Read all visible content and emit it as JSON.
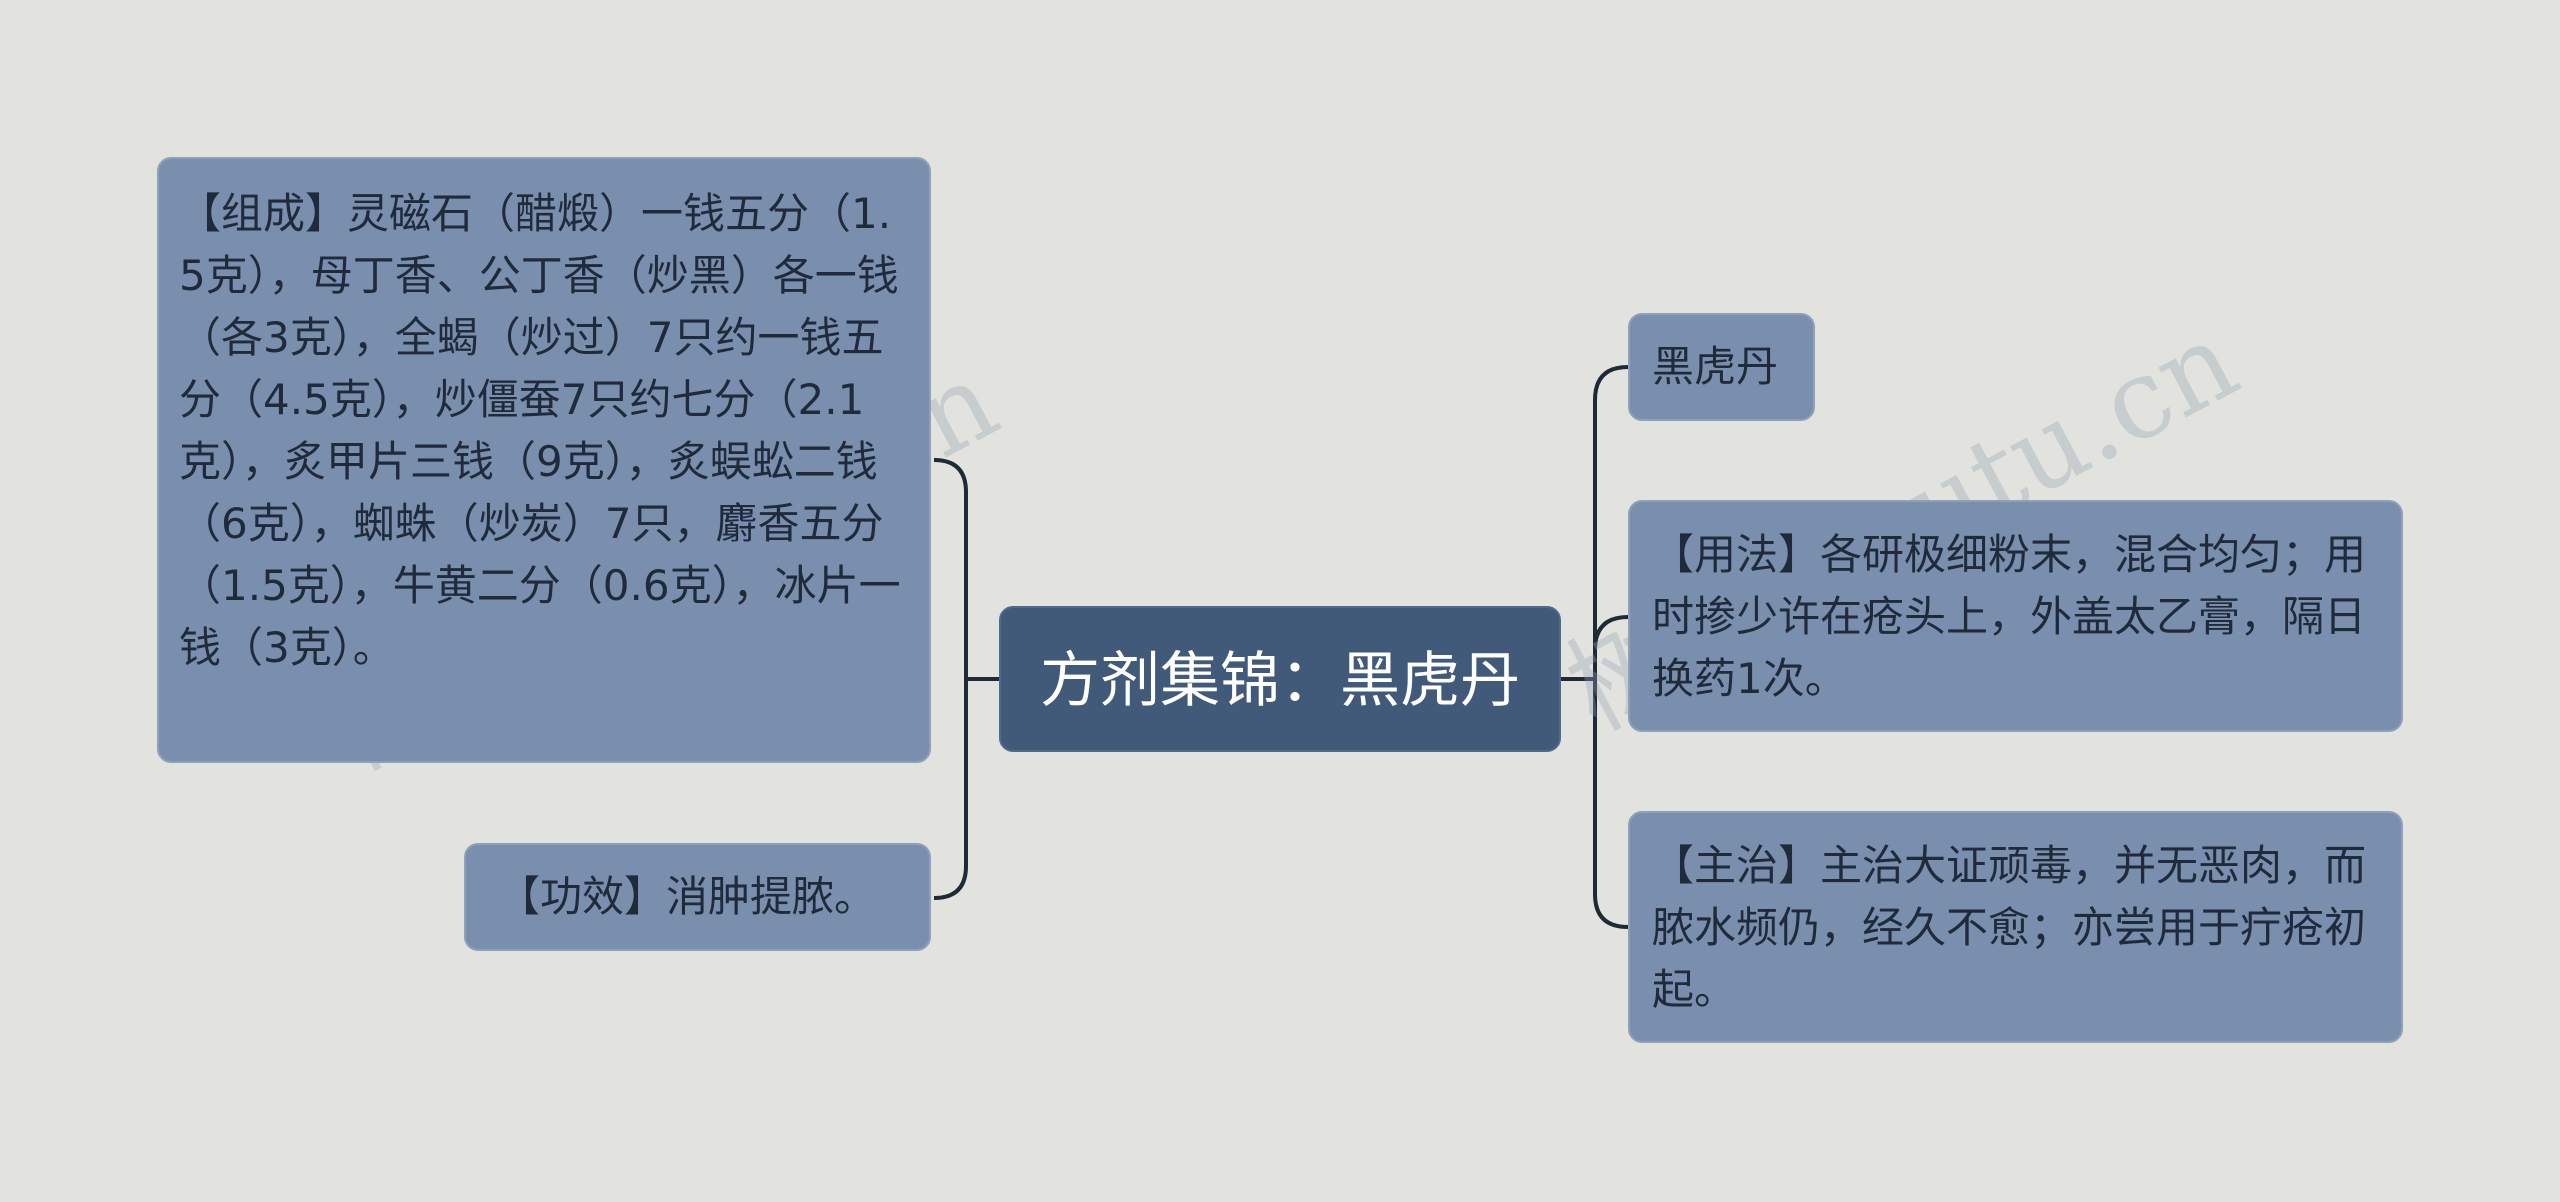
{
  "mindmap": {
    "central": {
      "label": "方剂集锦：黑虎丹"
    },
    "left_branches": [
      {
        "label": "【组成】灵磁石（醋煅）一钱五分（1.5克），母丁香、公丁香（炒黑）各一钱（各3克），全蝎（炒过）7只约一钱五分（4.5克），炒僵蚕7只约七分（2.1克），炙甲片三钱（9克），炙蜈蚣二钱（6克），蜘蛛（炒炭）7只，麝香五分（1.5克），牛黄二分（0.6克），冰片一钱（3克）。"
      },
      {
        "label": "【功效】消肿提脓。"
      }
    ],
    "right_branches": [
      {
        "label": "黑虎丹"
      },
      {
        "label": "【用法】各研极细粉末，混合均匀；用时掺少许在疮头上，外盖太乙膏，隔日换药1次。"
      },
      {
        "label": "【主治】主治大证顽毒，并无恶肉，而脓水频仍，经久不愈；亦尝用于疔疮初起。"
      }
    ]
  },
  "watermarks": [
    "树图 shutu.cn",
    "树图 shutu.cn"
  ],
  "colors": {
    "background": "#e2e3df",
    "central_fill": "#425a7a",
    "node_fill": "#7a8eae",
    "connector": "#1e2a36"
  }
}
